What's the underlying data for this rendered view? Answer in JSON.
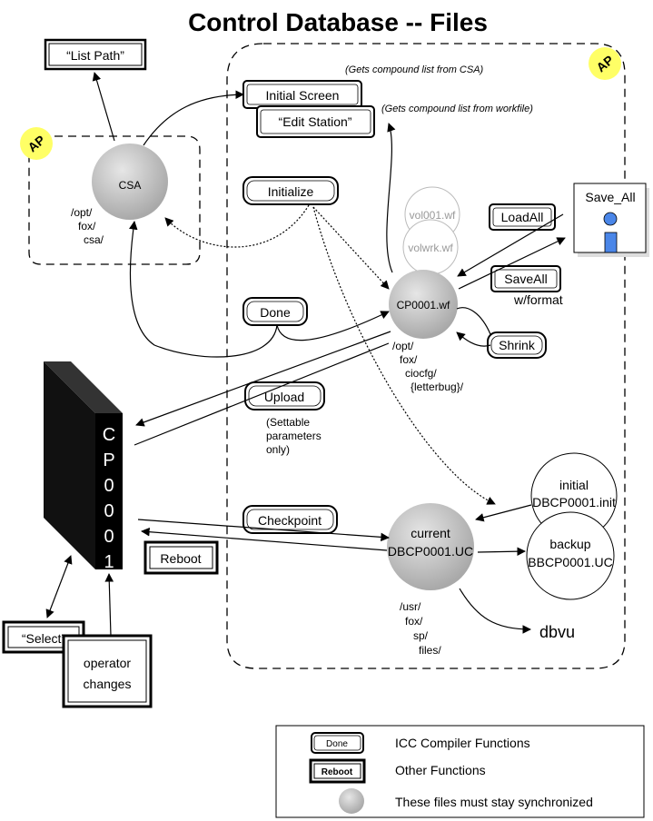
{
  "title": "Control Database -- Files",
  "colors": {
    "ap_badge": "#ffff66",
    "sync_gray": "#c8c8c8",
    "white_circle": "#ffffff",
    "save_all_icon": "#4a86e8",
    "cp_box": "#000000"
  },
  "ap_label": "AP",
  "list_path": "“List Path”",
  "csa": {
    "name": "CSA",
    "path": [
      "/opt/",
      "fox/",
      "csa/"
    ]
  },
  "initial_screen": "Initial Screen",
  "edit_station": "“Edit Station”",
  "note_csa": "(Gets compound list from CSA)",
  "note_workfile": "(Gets compound list from workfile)",
  "initialize": "Initialize",
  "vol001": "vol001.wf",
  "volwrk": "volwrk.wf",
  "cp_file": "CP0001.wf",
  "cp_path": [
    "/opt/",
    "fox/",
    "ciocfg/",
    "{letterbug}/"
  ],
  "load_all": "LoadAll",
  "save_all_btn": "SaveAll",
  "save_all_icon_label": "Save_All",
  "wformat": "w/format",
  "shrink": "Shrink",
  "done": "Done",
  "upload": "Upload",
  "upload_note": [
    "(Settable",
    "parameters",
    "only)"
  ],
  "checkpoint": "Checkpoint",
  "reboot": "Reboot",
  "cp_letters": [
    "C",
    "P",
    "0",
    "0",
    "0",
    "1"
  ],
  "current_db": [
    "current",
    "DBCP0001.UC"
  ],
  "initial_db": [
    "initial",
    "DBCP0001.init"
  ],
  "backup_db": [
    "backup",
    "BBCP0001.UC"
  ],
  "db_path": [
    "/usr/",
    "fox/",
    "sp/",
    "files/"
  ],
  "dbvu": "dbvu",
  "select": "“Select”",
  "operator_changes": [
    "operator",
    "changes"
  ],
  "legend": {
    "icc_key": "Done",
    "icc_text": "ICC Compiler Functions",
    "other_key": "Reboot",
    "other_text": "Other Functions",
    "sync_text": "These files must stay synchronized"
  }
}
